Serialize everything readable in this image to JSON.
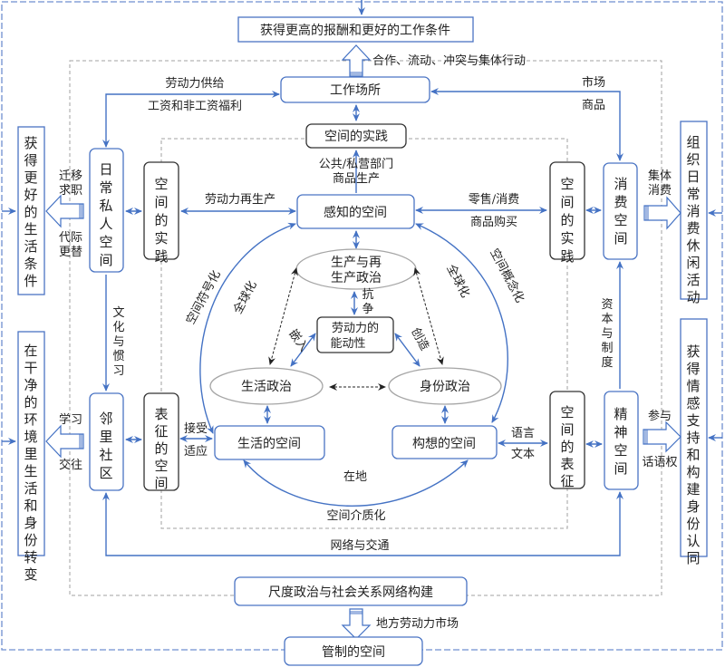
{
  "colors": {
    "blue": "#4472c4",
    "box_border_blue": "#4a74c4",
    "dark": "#333333",
    "gray_dash": "#a0a0a0",
    "ellipse": "#a6a6a6",
    "outer_dash": "#6f8fd0"
  },
  "top": {
    "goal_box": "获得更高的报酬和更好的工作条件",
    "arrow_label": "合作、流动、冲突与集体行动",
    "workplace": "工作场所",
    "labor_supply": "劳动力供给",
    "wages": "工资和非工资福利",
    "market": "市场",
    "goods": "商品"
  },
  "center": {
    "spatial_practice_top": "空间的实践",
    "sector_line1": "公共/私营部门",
    "sector_line2": "商品生产",
    "perceived_space": "感知的空间",
    "labor_reproduction": "劳动力再生产",
    "retail_line1": "零售/消费",
    "retail_line2": "商品购买",
    "production_politics_line1": "生产与再",
    "production_politics_line2": "生产政治",
    "resist_line1": "抗",
    "resist_line2": "争",
    "agency_line1": "劳动力的",
    "agency_line2": "能动性",
    "embed": "嵌入",
    "create": "创造",
    "life_politics": "生活政治",
    "identity_politics": "身份政治",
    "globalization_left": "全球化",
    "globalization_right": "全球化",
    "space_symbolization": "空间符号化",
    "space_conceptualization": "空间概念化",
    "lived_space": "生活的空间",
    "conceived_space": "构想的空间",
    "local": "在地",
    "space_mediation": "空间介质化",
    "accept": "接受",
    "adapt": "适应",
    "language": "语言",
    "text": "文本"
  },
  "left": {
    "goal_top": "获得更好的生活条件",
    "goal_bottom": "在干净的环境里生活和身份转变",
    "migrate_line1": "迁移",
    "migrate_line2": "求职",
    "generation_line1": "代际",
    "generation_line2": "更替",
    "learn": "学习",
    "interact": "交往",
    "daily_private_space": "日常私人空间",
    "neighborhood": "邻里社区",
    "spatial_practice": "空间的实践",
    "representational_space": "表征的空间",
    "culture_habit": "文化与惯习"
  },
  "right": {
    "goal_top": "组织日常消费休闲活动",
    "goal_bottom": "获得情感支持和构建身份认同",
    "collective_line1": "集体",
    "collective_line2": "消费",
    "participate": "参与",
    "discourse": "话语权",
    "consumption_space": "消费空间",
    "spiritual_space": "精神空间",
    "spatial_practice": "空间的实践",
    "representation_of_space": "空间的表征",
    "capital_institution": "资本与制度"
  },
  "bottom": {
    "network_transport": "网络与交通",
    "scale_politics": "尺度政治与社会关系网络构建",
    "local_labor_market": "地方劳动力市场",
    "regulated_space": "管制的空间"
  }
}
